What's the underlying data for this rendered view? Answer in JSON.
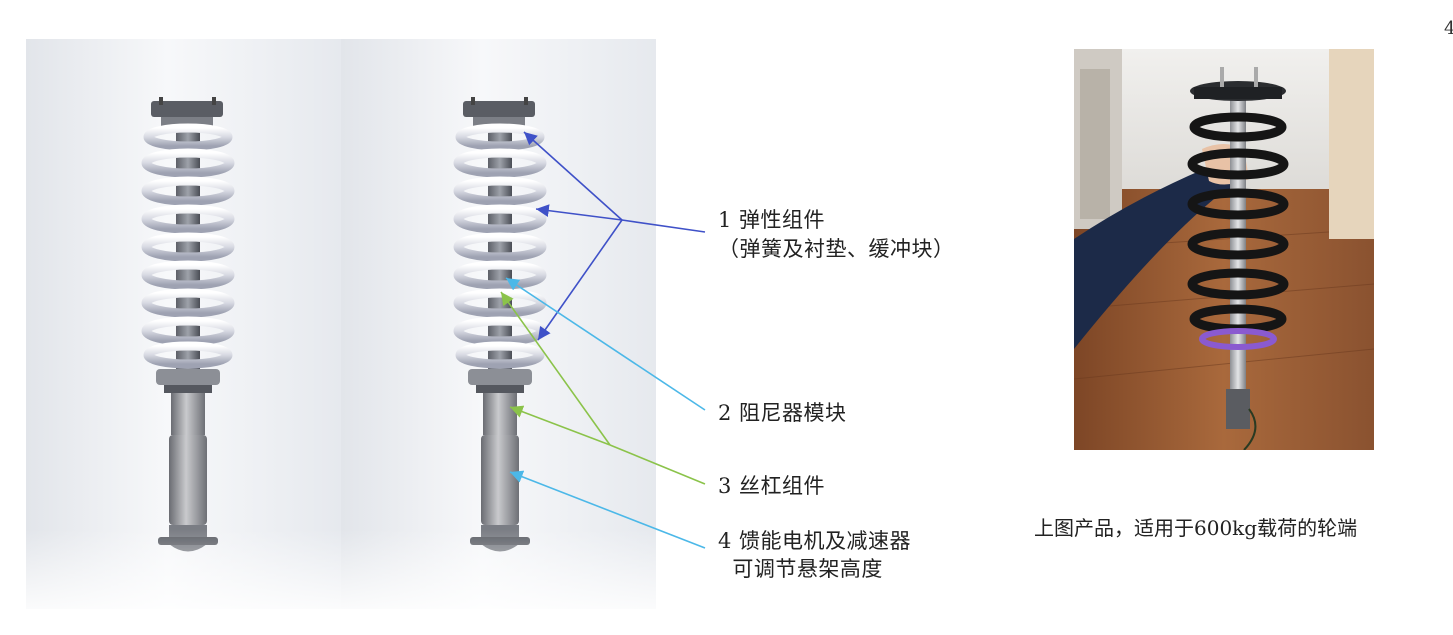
{
  "callouts": {
    "c1": {
      "title": "1 弹性组件",
      "sub": "（弹簧及衬垫、缓冲块）"
    },
    "c2": {
      "title": "2 阻尼器模块"
    },
    "c3": {
      "title": "3 丝杠组件"
    },
    "c4": {
      "title": "4 馈能电机及减速器",
      "sub": "  可调节悬架高度"
    }
  },
  "caption": "上图产品，适用于600kg载荷的轮端",
  "corner_mark": "4",
  "colors": {
    "callout_1": "#3f51c8",
    "callout_2": "#4cb8e8",
    "callout_3": "#8bc34a",
    "callout_4": "#4cb8e8",
    "spring_render": "#e4e6ee",
    "spring_photo": "#151515",
    "floor_photo": "#9a5d34"
  }
}
